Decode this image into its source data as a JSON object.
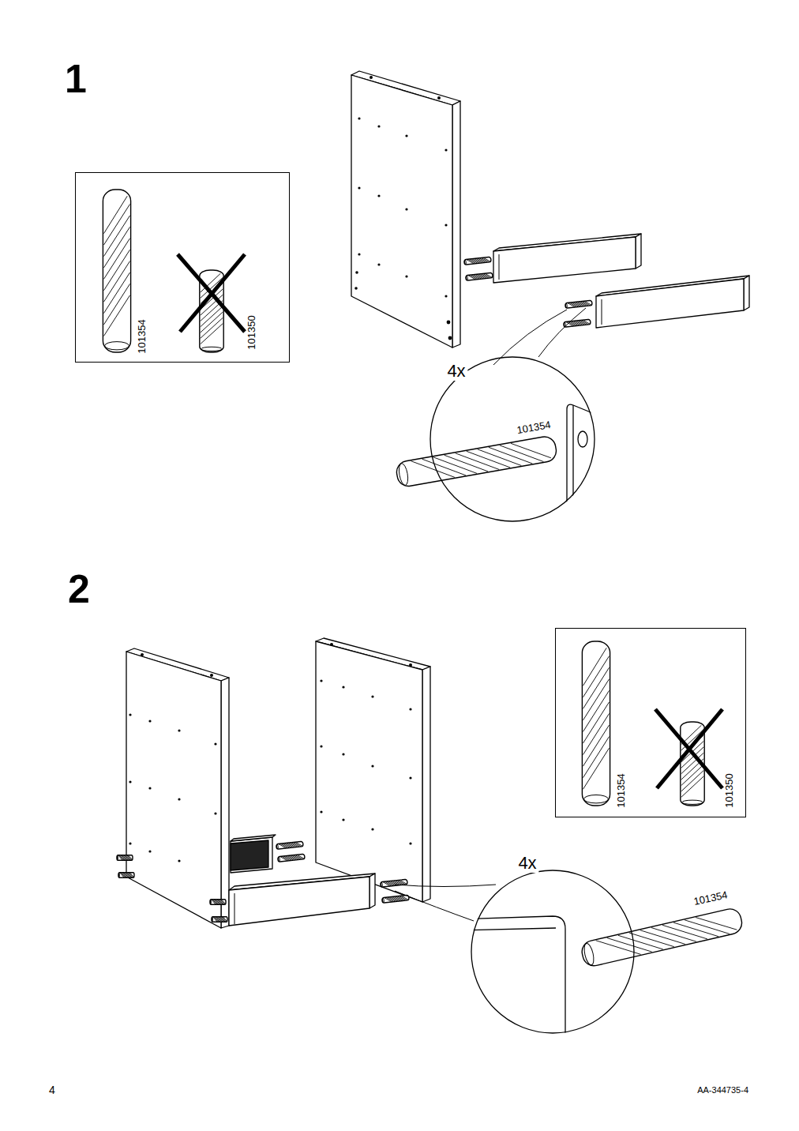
{
  "diagram": {
    "nodes": [
      {
        "text": [
          "101354",
          "101350"
        ]
      },
      {
        "text": [
          "4x",
          "101354"
        ]
      },
      {
        "text": [
          "101354",
          "101350"
        ]
      },
      {
        "text": [
          "4x",
          "101354"
        ]
      }
    ],
    "labels": [
      "1",
      "2",
      "4",
      "AA-344735-4"
    ]
  }
}
